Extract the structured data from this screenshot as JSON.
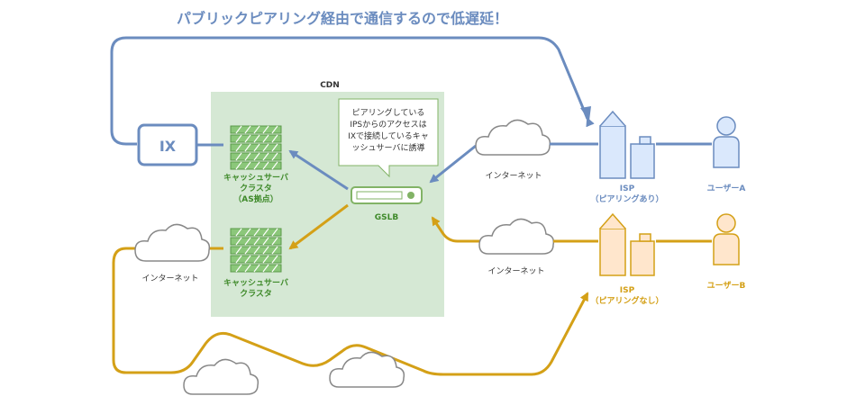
{
  "title": "パブリックピアリング経由で通信するので低遅延！",
  "cdn": {
    "label": "CDN"
  },
  "ix": {
    "label": "IX"
  },
  "cache_cluster_as": {
    "line1": "キャッシュサーバ",
    "line2": "クラスタ",
    "line3": "（AS拠点）"
  },
  "cache_cluster": {
    "line1": "キャッシュサーバ",
    "line2": "クラスタ"
  },
  "gslb": {
    "label": "GSLB"
  },
  "callout": {
    "line1": "ピアリングしている",
    "line2": "IPSからのアクセスは",
    "line3": "IXで接続しているキャ",
    "line4": "ッシュサーバに誘導"
  },
  "internet_top": {
    "label": "インターネット"
  },
  "internet_mid": {
    "label": "インターネット"
  },
  "internet_left": {
    "label": "インターネット"
  },
  "isp_a": {
    "line1": "ISP",
    "line2": "（ピアリングあり）"
  },
  "isp_b": {
    "line1": "ISP",
    "line2": "（ピアリングなし）"
  },
  "user_a": {
    "label": "ユーザーA"
  },
  "user_b": {
    "label": "ユーザーB"
  },
  "colors": {
    "blue": "#6b8cbf",
    "orange": "#d4a017",
    "green": "#3f8a2a",
    "cdn_bg": "#d5e8d4"
  }
}
